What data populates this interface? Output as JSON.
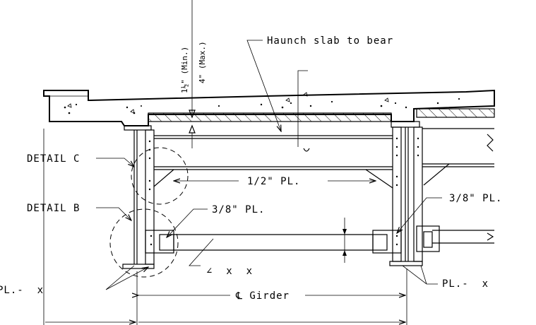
{
  "labels": {
    "haunch_note": "Haunch slab to bear",
    "min_dim": "1½\" (Min.)",
    "max_dim": "4\" (Max.)",
    "detail_c": "DETAIL C",
    "detail_b": "DETAIL B",
    "plate_half": "1/2\" PL.",
    "plate_38_left": "3/8\" PL.",
    "plate_38_right": "3/8\" PL.",
    "angle_note": "∠  x  x",
    "girder_cl": "℄ Girder",
    "pl_left": "PL.-  x",
    "pl_right": "PL.-  x"
  },
  "colors": {
    "line": "#000000",
    "background": "#ffffff"
  }
}
